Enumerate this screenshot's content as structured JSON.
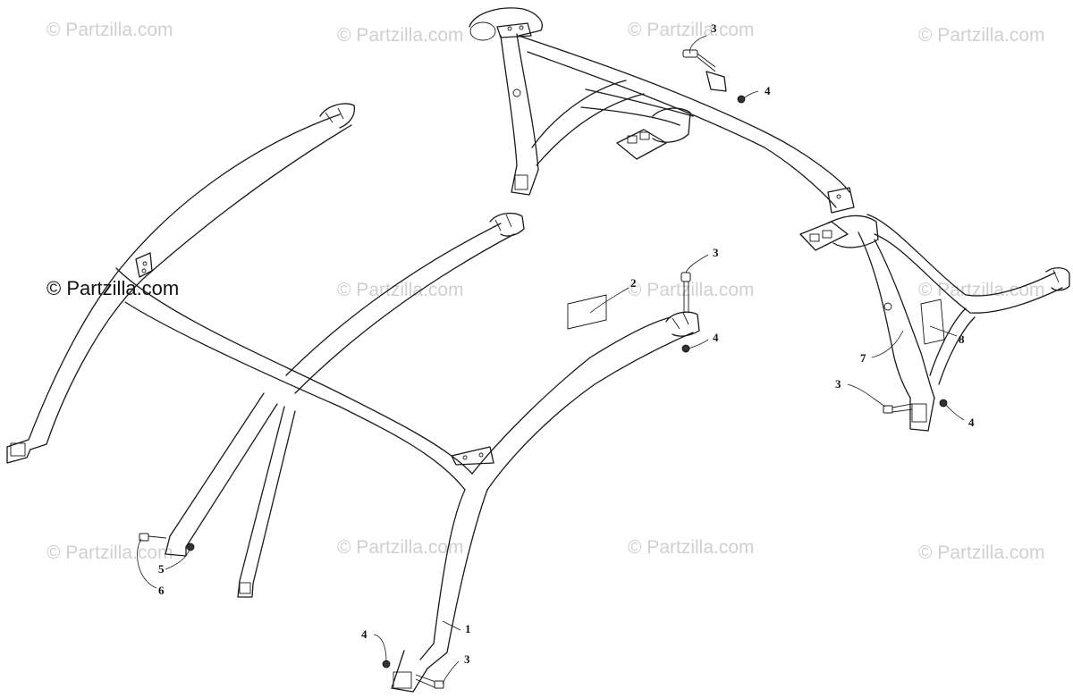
{
  "watermark": {
    "text": "© Partzilla.com",
    "brand_text": "© Partzilla.com"
  },
  "callouts": [
    {
      "id": "c1",
      "label": "1"
    },
    {
      "id": "c2",
      "label": "2"
    },
    {
      "id": "c3a",
      "label": "3"
    },
    {
      "id": "c3b",
      "label": "3"
    },
    {
      "id": "c3c",
      "label": "3"
    },
    {
      "id": "c3d",
      "label": "3"
    },
    {
      "id": "c4a",
      "label": "4"
    },
    {
      "id": "c4b",
      "label": "4"
    },
    {
      "id": "c4c",
      "label": "4"
    },
    {
      "id": "c4d",
      "label": "4"
    },
    {
      "id": "c5",
      "label": "5"
    },
    {
      "id": "c6",
      "label": "6"
    },
    {
      "id": "c7",
      "label": "7"
    },
    {
      "id": "c8",
      "label": "8"
    }
  ],
  "colors": {
    "line": "#1a1a1a",
    "watermark": "#d0d0d0",
    "background": "#ffffff"
  }
}
